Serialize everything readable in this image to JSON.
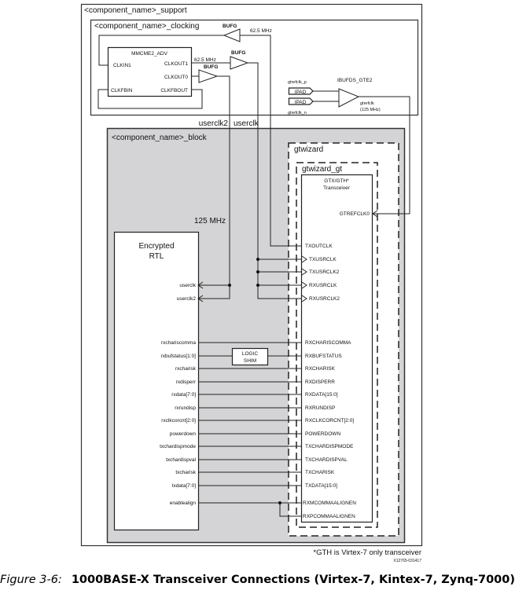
{
  "diagram": {
    "support_label": "<component_name>_support",
    "clocking_label": "<component_name>_clocking",
    "block_label": "<component_name>_block",
    "gtwizard_label": "gtwizard",
    "gtwizard_gt_label": "gtwizard_gt",
    "mmcm": {
      "name": "MMCME2_ADV",
      "clkin1": "CLKIN1",
      "clkout1": "CLKOUT1",
      "clkout0": "CLKOUT0",
      "clkfbin": "CLKFBIN",
      "clkfbout": "CLKFBOUT"
    },
    "bufg_label": "BUFG",
    "freq_62_5_top": "62.5 MHz",
    "freq_62_5_mmcm": "62.5 MHz",
    "freq_125_block": "125 MHz",
    "refclk": {
      "ibufds_label": "IBUFDS_GTE2",
      "ipad_label": "IPAD",
      "gtrefclk_p": "gtrefclk_p",
      "gtrefclk_n": "gtrefclk_n",
      "gtrefclk": "gtrefclk",
      "gtrefclk_freq": "(125 MHz)"
    },
    "clock_nets": {
      "userclk2": "userclk2",
      "userclk": "userclk"
    },
    "rtl": {
      "title_line1": "Encrypted",
      "title_line2": "RTL",
      "clock_ports": [
        "userclk",
        "userclk2"
      ],
      "data_ports": [
        "rxchariscomma",
        "rxbufstatus[1:0]",
        "rxcharisk",
        "rxdisperr",
        "rxdata[7:0]",
        "rxrundisp",
        "rxclkcorcnt[2:0]",
        "powerdown",
        "txchardispmode",
        "txchardispval",
        "txcharisk",
        "txdata[7:0]"
      ],
      "enablealign": "enablealign"
    },
    "logic_shim": {
      "line1": "LOGIC",
      "line2": "SHIM"
    },
    "transceiver": {
      "title_line1": "GTX/GTH*",
      "title_line2": "Transceiver",
      "gtrefclk0": "GTREFCLK0",
      "txoutclk": "TXOUTCLK",
      "clock_ports": [
        "TXUSRCLK",
        "TXUSRCLK2",
        "RXUSRCLK",
        "RXUSRCLK2"
      ],
      "data_ports": [
        "RXCHARISCOMMA",
        "RXBUFSTATUS",
        "RXCHARISK",
        "RXDISPERR",
        "RXDATA[15:0]",
        "RXRUNDISP",
        "RXCLKCORCNT[2:0]",
        "POWERDOWN",
        "TXCHARDISPMODE",
        "TXCHARDISPVAL",
        "TXCHARISK",
        "TXDATA[15:0]"
      ],
      "comma_ports": [
        "RXMCOMMAALIGNEN",
        "RXPCOMMAALIGNEN"
      ]
    },
    "footnote": "*GTH is Virtex-7 only transceiver",
    "figure_id": "X12765-031417"
  },
  "caption": {
    "figure_number": "Figure 3-6:",
    "title": "1000BASE-X Transceiver Connections (Virtex-7, Kintex-7, Zynq-7000)"
  }
}
